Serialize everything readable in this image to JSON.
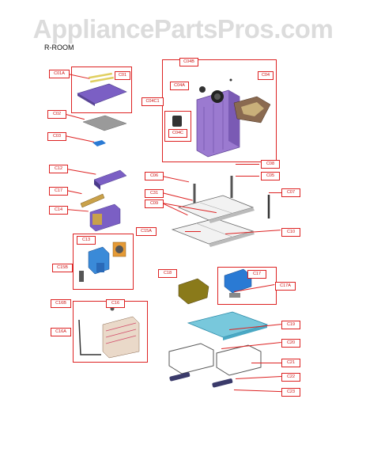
{
  "header": {
    "site_title": "AppliancePartsPros.com",
    "section": "R-ROOM"
  },
  "labels": {
    "c01a": "C01A",
    "c01": "C01",
    "c02": "C02",
    "c03": "C03",
    "c04b": "C04B",
    "c04": "C04",
    "c04a": "C04A",
    "c04c1": "C04C1",
    "c04c": "C04C",
    "c12": "C12",
    "c17": "C17",
    "c14": "C14",
    "c08": "C08",
    "c05": "C05",
    "c06": "C06",
    "c07": "C07",
    "c31": "C31",
    "c09": "C09",
    "c10": "C10",
    "c13": "C13",
    "c15a": "C15A",
    "c15b": "C15B",
    "c18": "C18",
    "c17b": "C17",
    "c17a": "C17A",
    "c16b": "C16B",
    "c16": "C16",
    "c16a": "C16A",
    "c19": "C19",
    "c20": "C20",
    "c21": "C21",
    "c22": "C22",
    "c23": "C23"
  },
  "colors": {
    "accent": "#d22222",
    "tray_purple": "#7b5fc4",
    "panel_purple": "#9b7ad0",
    "ice_blue": "#78c8dc",
    "orange": "#e59a35",
    "olive": "#8a7a1a",
    "teal": "#2aa8b8"
  }
}
